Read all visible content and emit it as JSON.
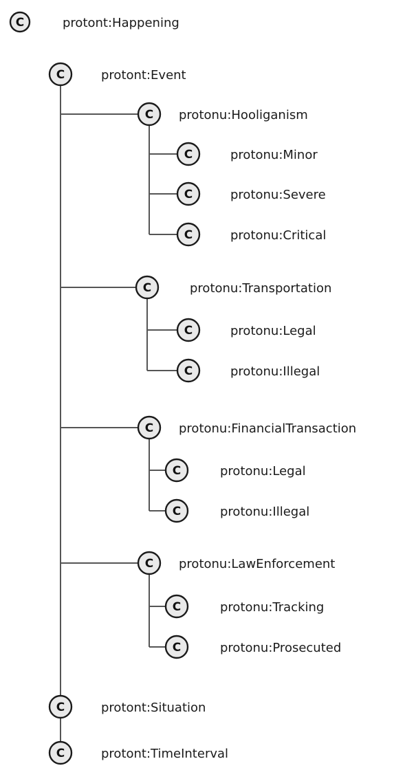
{
  "class_glyph": "C",
  "icon": "class-c-icon",
  "colors": {
    "node_fill": "#e9e9e9",
    "node_stroke": "#1a1a1a",
    "connector": "#555555",
    "text": "#1a1a1a"
  },
  "nodes": [
    {
      "id": "happening",
      "label": "protont:Happening"
    },
    {
      "id": "event",
      "label": "protont:Event"
    },
    {
      "id": "hooliganism",
      "label": "protonu:Hooliganism"
    },
    {
      "id": "minor",
      "label": "protonu:Minor"
    },
    {
      "id": "severe",
      "label": "protonu:Severe"
    },
    {
      "id": "critical",
      "label": "protonu:Critical"
    },
    {
      "id": "transportation",
      "label": "protonu:Transportation"
    },
    {
      "id": "transport-legal",
      "label": "protonu:Legal"
    },
    {
      "id": "transport-illegal",
      "label": "protonu:Illegal"
    },
    {
      "id": "financial-transaction",
      "label": "protonu:FinancialTransaction"
    },
    {
      "id": "financial-legal",
      "label": "protonu:Legal"
    },
    {
      "id": "financial-illegal",
      "label": "protonu:Illegal"
    },
    {
      "id": "law-enforcement",
      "label": "protonu:LawEnforcement"
    },
    {
      "id": "tracking",
      "label": "protonu:Tracking"
    },
    {
      "id": "prosecuted",
      "label": "protonu:Prosecuted"
    },
    {
      "id": "situation",
      "label": "protont:Situation"
    },
    {
      "id": "time-interval",
      "label": "protont:TimeInterval"
    }
  ]
}
